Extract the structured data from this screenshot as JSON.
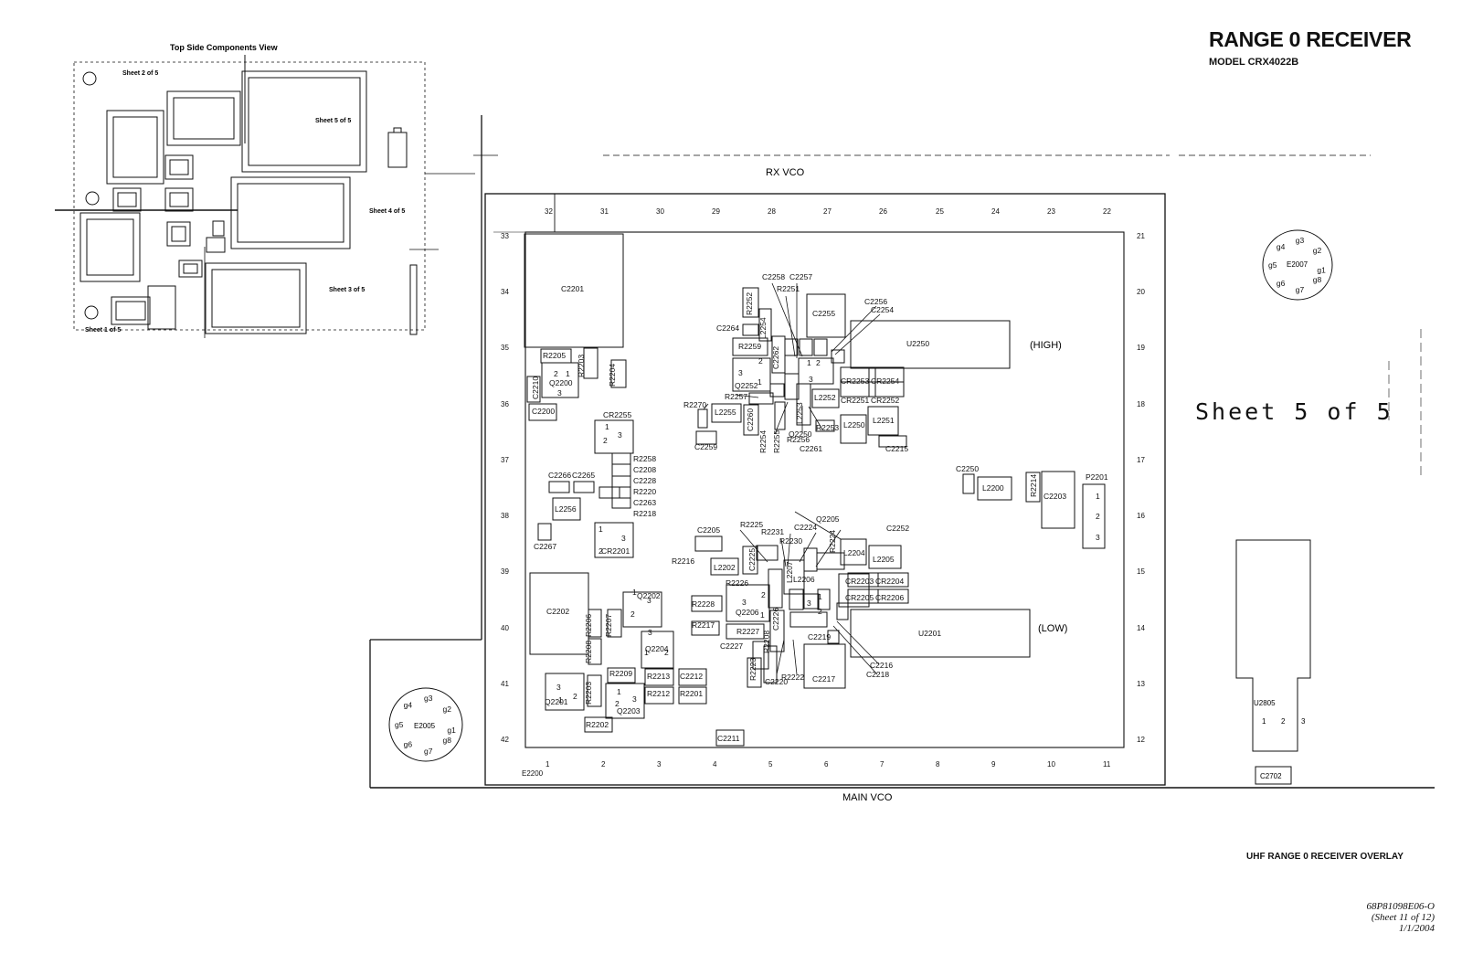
{
  "title": "RANGE 0 RECEIVER",
  "model": "MODEL CRX4022B",
  "sheet_label": "Sheet 5 of 5",
  "overlay_title": "UHF RANGE 0 RECEIVER OVERLAY",
  "doc_number": "68P81098E06-O",
  "doc_sheet": "(Sheet 11 of 12)",
  "doc_date": "1/1/2004",
  "inset": {
    "title": "Top Side Components View",
    "sheets": [
      "Sheet 2 of 5",
      "Sheet 5 of 5",
      "Sheet 4 of 5",
      "Sheet 3 of 5",
      "Sheet 1 of 5"
    ]
  },
  "board": {
    "top_label": "RX VCO",
    "bottom_label": "MAIN VCO",
    "high_label": "(HIGH)",
    "low_label": "(LOW)",
    "e2200": "E2200",
    "top_numbers": [
      "32",
      "31",
      "30",
      "29",
      "28",
      "27",
      "26",
      "25",
      "24",
      "23",
      "22"
    ],
    "bottom_numbers": [
      "1",
      "2",
      "3",
      "4",
      "5",
      "6",
      "7",
      "8",
      "9",
      "10",
      "11"
    ],
    "left_numbers": [
      "33",
      "34",
      "35",
      "36",
      "37",
      "38",
      "39",
      "40",
      "41",
      "42"
    ],
    "right_numbers": [
      "21",
      "20",
      "19",
      "18",
      "17",
      "16",
      "15",
      "14",
      "13",
      "12"
    ]
  },
  "connectors": {
    "e2007": {
      "name": "E2007",
      "pins": [
        "g1",
        "g2",
        "g3",
        "g4",
        "g5",
        "g6",
        "g7",
        "g8"
      ]
    },
    "e2005": {
      "name": "E2005",
      "pins": [
        "g1",
        "g2",
        "g3",
        "g4",
        "g5",
        "g6",
        "g7",
        "g8"
      ]
    }
  },
  "u2805": {
    "name": "U2805",
    "pins": [
      "1",
      "2",
      "3"
    ],
    "cap": "C2702"
  },
  "components": [
    "C2201",
    "R2205",
    "R2203",
    "R2204",
    "C2210",
    "Q2200",
    "C2200",
    "CR2255",
    "R2258",
    "C2208",
    "C2228",
    "R2220",
    "C2263",
    "R2218",
    "C2266",
    "C2265",
    "L2256",
    "C2267",
    "CR2201",
    "C2202",
    "R2206",
    "R2207",
    "R2208",
    "Q2202",
    "Q2204",
    "R2209",
    "R2213",
    "C2212",
    "R2212",
    "R2201",
    "Q2201",
    "R2203",
    "Q2203",
    "R2202",
    "C2211",
    "C2258",
    "C2257",
    "R2252",
    "R2251",
    "C2255",
    "C2256",
    "C2254",
    "L2254",
    "C2264",
    "R2259",
    "C2262",
    "U2250",
    "Q2252",
    "R2257",
    "R2270",
    "L2255",
    "C2260",
    "L2253",
    "C2259",
    "R2254",
    "R2255",
    "R2256",
    "C2261",
    "Q2250",
    "L2252",
    "R2253",
    "L2250",
    "CR2253",
    "CR2254",
    "CR2251",
    "CR2252",
    "L2251",
    "C2215",
    "C2250",
    "L2200",
    "R2214",
    "C2203",
    "P2201",
    "C2205",
    "R2225",
    "R2231",
    "C2224",
    "Q2205",
    "R2224",
    "C2252",
    "R2230",
    "R2216",
    "L2202",
    "C2225",
    "L2207",
    "L2204",
    "L2205",
    "R2226",
    "L2206",
    "CR2203",
    "CR2204",
    "CR2205",
    "CR2206",
    "R2228",
    "Q2206",
    "C2226",
    "R2217",
    "R2227",
    "U2201",
    "C2219",
    "C2227",
    "R2208",
    "C2216",
    "C2218",
    "R2223",
    "R2222",
    "C2220",
    "C2217"
  ],
  "pin_numbers": [
    "1",
    "2",
    "3"
  ]
}
